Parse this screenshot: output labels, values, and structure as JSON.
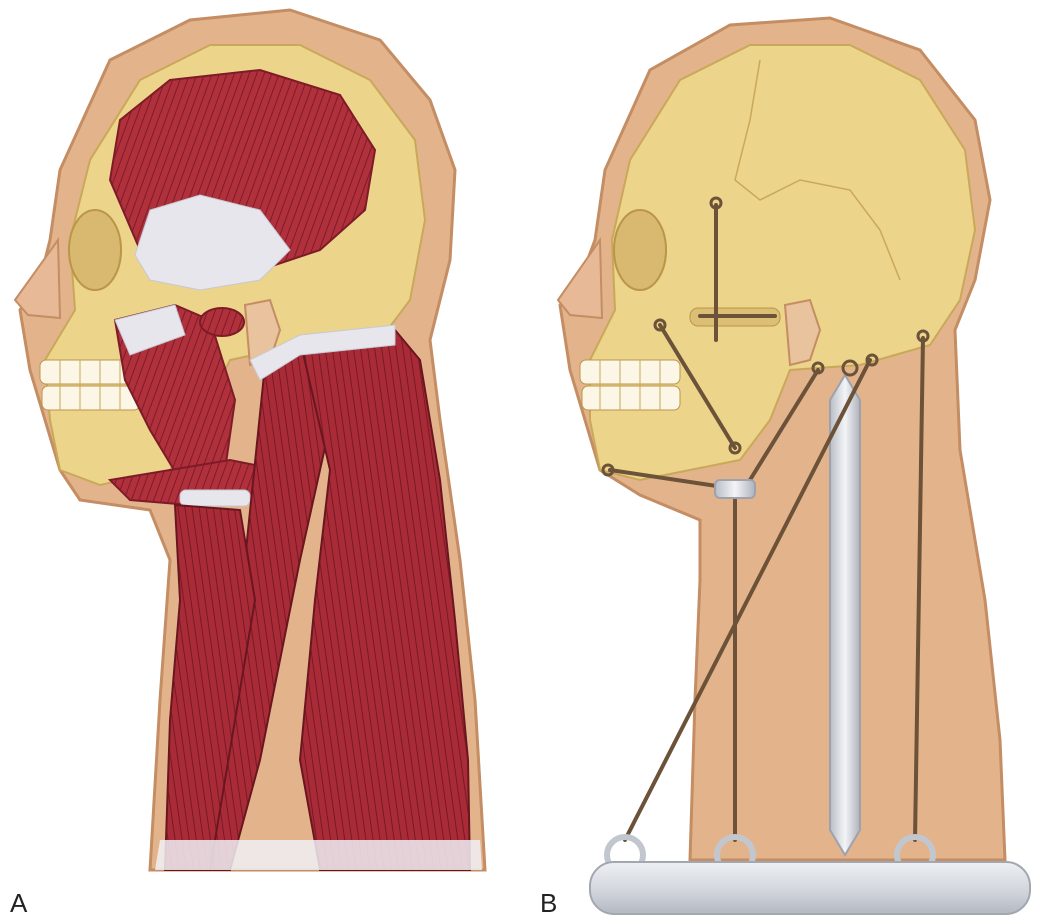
{
  "panels": [
    {
      "label": "A",
      "subject": "head-and-neck-muscles"
    },
    {
      "label": "B",
      "subject": "head-and-neck-mechanical-model"
    }
  ],
  "colors": {
    "skin": "#e3b48b",
    "skin_light": "#edc8a3",
    "bone": "#ecd48a",
    "bone_dark": "#c9a85a",
    "muscle": "#b0303c",
    "muscle_dark": "#7d1c28",
    "tendon": "#e6e6ec",
    "cable": "#6b5238",
    "metal": "#d8dbe1",
    "teeth": "#fbf6e6"
  }
}
